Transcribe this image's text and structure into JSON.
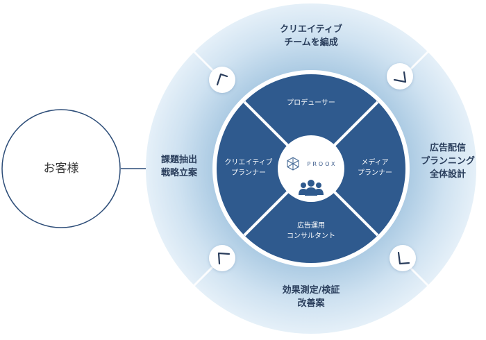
{
  "customer": {
    "label": "お客様"
  },
  "outer_ring": {
    "top": [
      "クリエイティブ",
      "チームを編成"
    ],
    "right": [
      "広告配信",
      "プランニング",
      "全体設計"
    ],
    "bottom": [
      "効果測定/検証",
      "改善案"
    ],
    "left": [
      "課題抽出",
      "戦略立案"
    ]
  },
  "inner_wheel": {
    "top": "プロデューサー",
    "right": [
      "メディア",
      "プランナー"
    ],
    "bottom": [
      "広告運用",
      "コンサルタント"
    ],
    "left": [
      "クリエイティブ",
      "プランナー"
    ]
  },
  "center": {
    "brand": "PROOX"
  },
  "icons": [
    "proox-logo-icon",
    "team-icon",
    "chevron-icon"
  ],
  "colors": {
    "ring_light": "#dcebf5",
    "ring_dark": "#b2d0e6",
    "wheel": "#2f5a8e",
    "navy_text": "#2a3e5c",
    "customer_stroke": "#2d4d78"
  }
}
